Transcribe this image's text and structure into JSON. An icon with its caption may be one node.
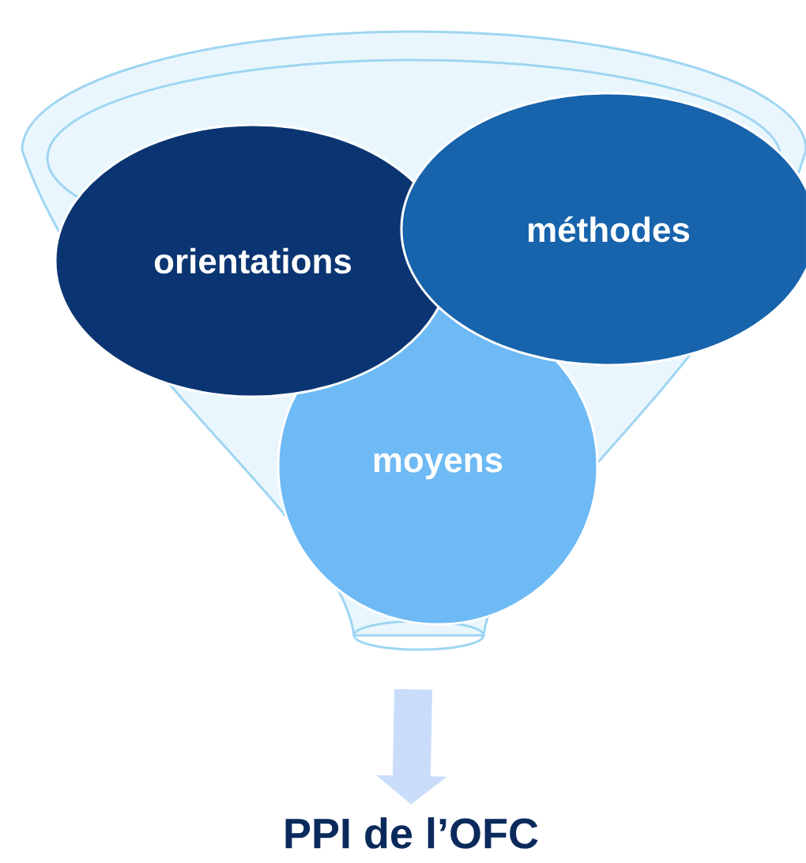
{
  "diagram": {
    "nodes": [
      {
        "text": [],
        "shape": "funnel"
      },
      {
        "text": [
          "orientations"
        ],
        "in": 0
      },
      {
        "text": [
          "méthodes"
        ],
        "in": 0
      },
      {
        "text": [
          "moyens"
        ],
        "in": 0
      },
      {
        "text": [
          "PPI de l’OFC"
        ]
      }
    ],
    "edges": [
      {
        "from": 0,
        "to": 4,
        "arrow": "to"
      }
    ]
  }
}
